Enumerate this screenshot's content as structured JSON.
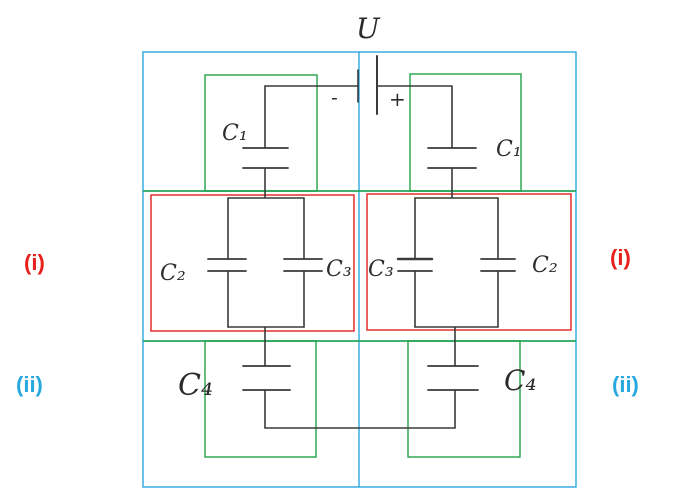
{
  "source": {
    "label": "U",
    "minus": "-",
    "plus": "+"
  },
  "capacitors": {
    "c1_left": "C₁",
    "c1_right": "C₁",
    "c2_left": "C₂",
    "c3_left": "C₃",
    "c3_right": "C₃",
    "c2_right": "C₂",
    "c4_left": "C₄",
    "c4_right": "C₄"
  },
  "annotations": {
    "i_left": "(i)",
    "i_right": "(i)",
    "ii_left": "(ii)",
    "ii_right": "(ii)"
  },
  "colors": {
    "grid": "#29a8e0",
    "green_box": "#22a447",
    "red_box": "#e02020",
    "label_i": "#e8201c",
    "label_ii": "#29a8e0",
    "ink": "#3a3a3a"
  }
}
